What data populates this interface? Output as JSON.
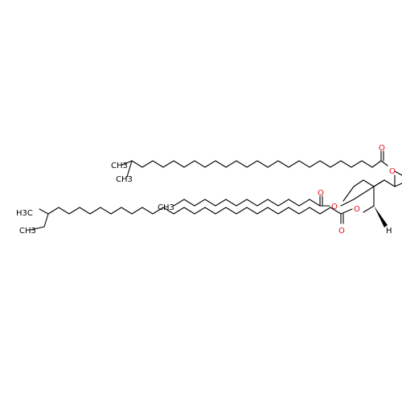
{
  "molecule": {
    "type": "skeletal-structure",
    "atom_labels": {
      "methyl_top_upper": "CH3",
      "methyl_top_lower": "CH3",
      "methyl_left_ethyl": "H3C",
      "methyl_left_branch": "CH3",
      "methyl_middle_chain": "CH3",
      "oxygen": "O",
      "hydrogen": "H"
    },
    "colors": {
      "bond": "#000000",
      "oxygen": "#e8101a"
    }
  }
}
